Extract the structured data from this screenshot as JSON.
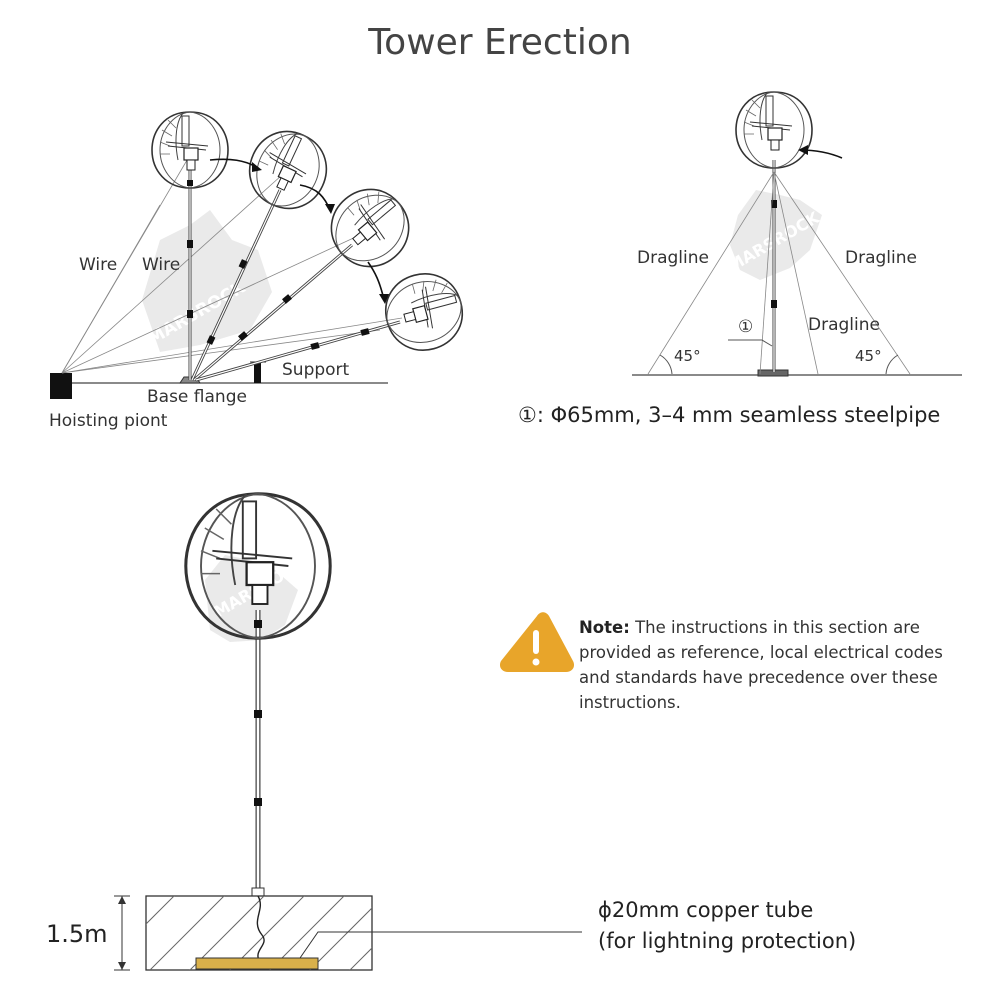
{
  "title": "Tower Erection",
  "top_left": {
    "wire_label_1": "Wire",
    "wire_label_2": "Wire",
    "support_label": "Support",
    "base_flange_label": "Base flange",
    "hoisting_point_label": "Hoisting piont"
  },
  "top_right": {
    "dragline_left": "Dragline",
    "dragline_right": "Dragline",
    "dragline_middle": "Dragline",
    "angle_left": "45°",
    "angle_right": "45°",
    "callout_marker": "①",
    "pipe_spec": "①: Φ65mm, 3–4 mm seamless steelpipe"
  },
  "bottom": {
    "depth_label": "1.5m",
    "copper_line_1": "ϕ20mm copper tube",
    "copper_line_2": "(for lightning protection)",
    "note_heading": "Note:",
    "note_text": " The instructions in this section are provided as reference, local electrical codes and standards have precedence over these instructions."
  },
  "watermark": "MARSROCK",
  "colors": {
    "warning": "#e8a52a",
    "copper": "#d9b04a",
    "line": "#555555"
  },
  "icons": {
    "warning": "warning-triangle-icon"
  }
}
